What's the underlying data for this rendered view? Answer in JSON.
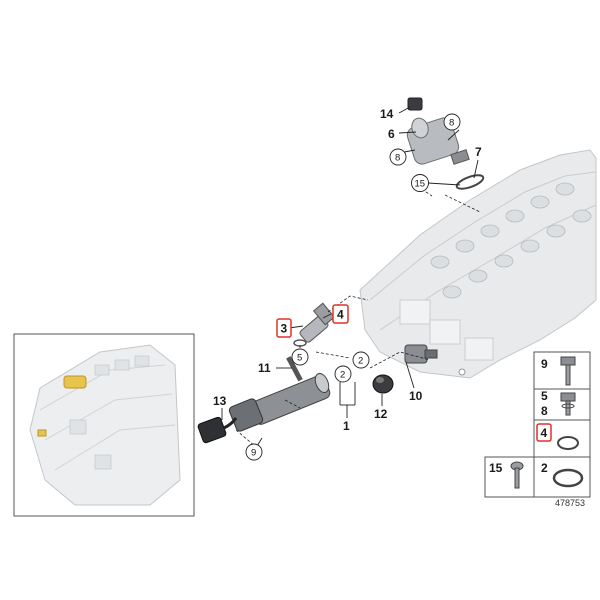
{
  "diagram_id": "478753",
  "colors": {
    "highlight": "#e0302a",
    "engine": "#e4e6e8",
    "engine_line": "#b9bcc0",
    "accent": "#e9c44a",
    "part": "#7c8084"
  },
  "callouts": {
    "p1": "1",
    "p2a": "2",
    "p2b": "2",
    "p3": "3",
    "p4": "4",
    "p6": "6",
    "p7": "7",
    "p8a": "8",
    "p8b": "8",
    "p9": "9",
    "p10": "10",
    "p11": "11",
    "p12": "12",
    "p13": "13",
    "p14": "14",
    "p15": "15",
    "p5": "5"
  },
  "legend": {
    "c9": "9",
    "c5": "5",
    "c8": "8",
    "c4": "4",
    "c15": "15",
    "c2": "2"
  }
}
